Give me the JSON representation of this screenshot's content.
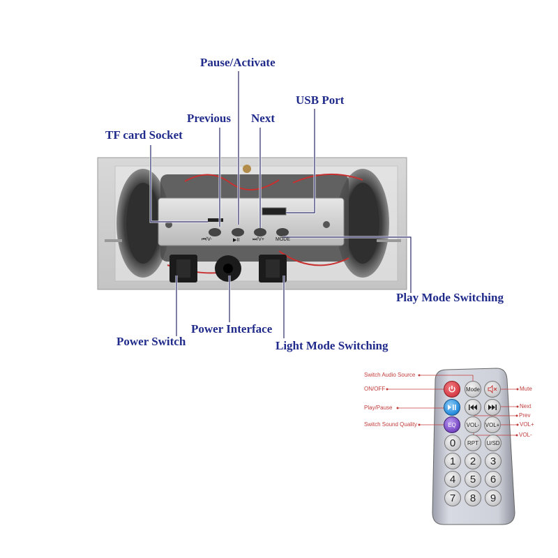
{
  "callouts": {
    "pause_activate": "Pause/Activate",
    "usb_port": "USB Port",
    "previous": "Previous",
    "next": "Next",
    "tf_card_socket": "TF card Socket",
    "play_mode_switching": "Play Mode Switching",
    "power_interface": "Power Interface",
    "power_switch": "Power Switch",
    "light_mode_switching": "Light Mode Switching"
  },
  "panel": {
    "btn_prev_vol": "⏮/V-",
    "btn_play": "▶II",
    "btn_next_vol": "⏭/V+",
    "btn_mode": "MODE"
  },
  "remote_labels": {
    "switch_audio_source": "Switch Audio Source",
    "on_off": "ON/OFF",
    "play_pause": "Play/Pause",
    "switch_sound_quality": "Switch Sound Quality",
    "mute": "Mute",
    "next": "Next",
    "prev": "Prev",
    "vol_plus": "VOL+",
    "vol_minus": "VOL-"
  },
  "remote_buttons": {
    "mode": "Mode",
    "eq": "EQ",
    "vol_minus": "VOL-",
    "vol_plus": "VOL+",
    "rpt": "RPT",
    "usd": "U/SD",
    "n0": "0",
    "n1": "1",
    "n2": "2",
    "n3": "3",
    "n4": "4",
    "n5": "5",
    "n6": "6",
    "n7": "7",
    "n8": "8",
    "n9": "9"
  },
  "colors": {
    "callout_text": "#1f2a8a",
    "remote_label": "#c23b3b",
    "power_button": "#d9414a",
    "play_button": "#2a8fe0",
    "eq_button": "#7a4bc6",
    "remote_body": "#c9cbd6"
  }
}
